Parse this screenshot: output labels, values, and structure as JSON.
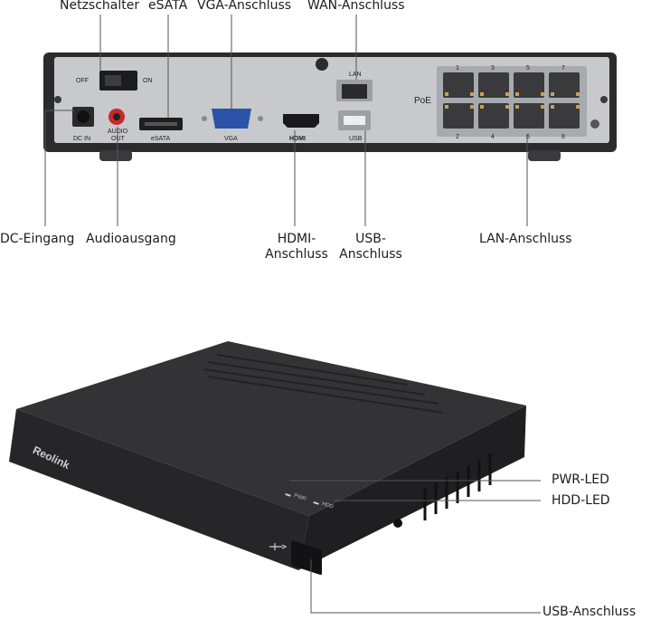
{
  "callouts_top": {
    "power_switch": "Netzschalter",
    "esata": "eSATA",
    "vga": "VGA-Anschluss",
    "wan": "WAN-Anschluss"
  },
  "callouts_bottom": {
    "dc_in": "DC-Eingang",
    "audio_out": "Audioausgang",
    "hdmi_line1": "HDMI-",
    "hdmi_line2": "Anschluss",
    "usb_line1": "USB-",
    "usb_line2": "Anschluss",
    "lan": "LAN-Anschluss"
  },
  "callouts_front": {
    "pwr_led": "PWR-LED",
    "hdd_led": "HDD-LED",
    "usb_front": "USB-Anschluss"
  },
  "panel_labels": {
    "off": "OFF",
    "on": "ON",
    "dc_in": "DC IN",
    "audio": "AUDIO",
    "out": "OUT",
    "esata": "eSATA",
    "vga": "VGA",
    "hdmi": "HDMI",
    "lan": "LAN",
    "usb": "USB",
    "poe": "PoE",
    "ports_top": [
      "1",
      "3",
      "5",
      "7"
    ],
    "ports_bottom": [
      "2",
      "4",
      "6",
      "8"
    ]
  },
  "front_labels": {
    "brand": "Reolink",
    "pwr": "PWR",
    "hdd": "HDD"
  },
  "colors": {
    "chassis": "#2b2b2d",
    "panel": "#c7c9cc",
    "vga_blue": "#2b53a8",
    "audio_red": "#c8282e",
    "line": "#555555"
  }
}
